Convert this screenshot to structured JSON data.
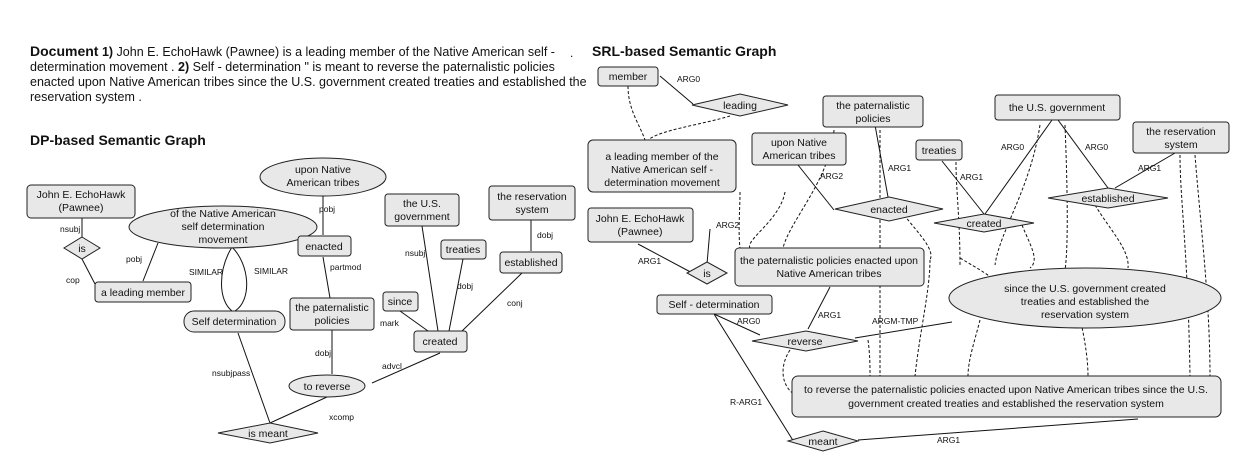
{
  "document": {
    "label": "Document",
    "n1": "1)",
    "sent1": "John E. EchoHawk (Pawnee) is a leading member of the Native American self - determination movement .",
    "n2": "2)",
    "sent2": "Self - determination \" is meant to reverse the paternalistic policies enacted upon Native American tribes since the U.S. government created treaties and established the reservation system ."
  },
  "stray_dot": ".",
  "dp_graph": {
    "title": "DP-based Semantic Graph",
    "nodes": {
      "echohawk": [
        "John E. EchoHawk",
        "(Pawnee)"
      ],
      "is": "is",
      "native_movement": [
        "of the Native American",
        "self determination",
        "movement"
      ],
      "leading_member": "a leading member",
      "self_det": "Self determination",
      "upon_tribes": [
        "upon Native",
        "American tribes"
      ],
      "enacted": "enacted",
      "pat_policies": [
        "the paternalistic",
        "policies"
      ],
      "to_reverse": "to reverse",
      "is_meant": "is meant",
      "us_gov": [
        "the U.S.",
        "government"
      ],
      "treaties": "treaties",
      "since": "since",
      "created": "created",
      "res_system": [
        "the reservation",
        "system"
      ],
      "established": "established"
    },
    "edges": {
      "nsubj1": "nsubj",
      "cop": "cop",
      "pobj1": "pobj",
      "similar1": "SIMILAR",
      "similar2": "SIMILAR",
      "pobj2": "pobj",
      "partmod": "partmod",
      "nsubjpass": "nsubjpass",
      "dobj1": "dobj",
      "xcomp": "xcomp",
      "nsubj2": "nsubj",
      "dobj2": "dobj",
      "mark": "mark",
      "advcl": "advcl",
      "dobj3": "dobj",
      "conj": "conj"
    }
  },
  "srl_graph": {
    "title": "SRL-based Semantic Graph",
    "nodes": {
      "member": "member",
      "leading": "leading",
      "leading_member": [
        "a leading member of the",
        "Native American self -",
        "determination movement"
      ],
      "echohawk": [
        "John E. EchoHawk",
        "(Pawnee)"
      ],
      "is": "is",
      "self_det": "Self - determination",
      "reverse": "reverse",
      "meant": "meant",
      "pat_policies": [
        "the paternalistic",
        "policies"
      ],
      "upon_tribes": [
        "upon Native",
        "American tribes"
      ],
      "enacted": "enacted",
      "treaties": "treaties",
      "created": "created",
      "us_gov": "the U.S. government",
      "established": "established",
      "res_system": [
        "the reservation",
        "system"
      ],
      "pp_enacted": [
        "the paternalistic policies enacted upon",
        "Native American tribes"
      ],
      "since_clause": [
        "since the U.S. government created",
        "treaties and established the",
        "reservation system"
      ],
      "to_reverse": [
        "to reverse the paternalistic policies enacted upon Native American tribes since the U.S.",
        "government created treaties and established the reservation system"
      ]
    },
    "edges": {
      "arg0_member": "ARG0",
      "arg1_echohawk": "ARG1",
      "arg2_is": "ARG2",
      "arg2_enacted": "ARG2",
      "arg1_enacted": "ARG1",
      "arg1_created": "ARG1",
      "arg0_created": "ARG0",
      "arg0_established": "ARG0",
      "arg1_established": "ARG1",
      "arg1_reverse": "ARG1",
      "argm_tmp": "ARGM-TMP",
      "arg0_reverse": "ARG0",
      "r_arg1": "R-ARG1",
      "arg1_meant": "ARG1"
    }
  }
}
